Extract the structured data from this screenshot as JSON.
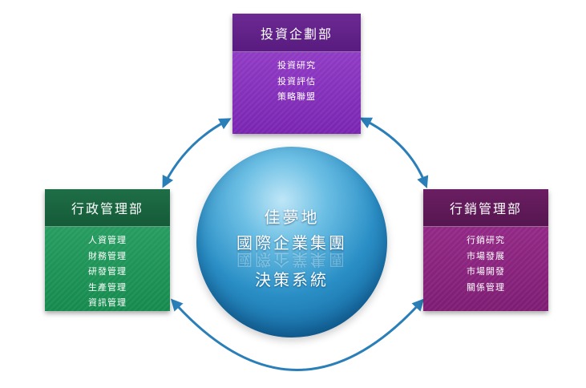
{
  "center": {
    "line1": "佳夢地",
    "line2": "國際企業集團",
    "line3": "決策系統"
  },
  "departments": {
    "top": {
      "title": "投資企劃部",
      "items": [
        "投資研究",
        "投資評估",
        "策略聯盟"
      ],
      "color": "#8a35c0"
    },
    "left": {
      "title": "行政管理部",
      "items": [
        "人資管理",
        "財務管理",
        "研發管理",
        "生產管理",
        "資訊管理"
      ],
      "color": "#1f9a5c"
    },
    "right": {
      "title": "行銷管理部",
      "items": [
        "行銷研究",
        "市場發展",
        "市場開發",
        "關係管理"
      ],
      "color": "#8e2582"
    }
  },
  "arrow_color": "#2a7fb8"
}
